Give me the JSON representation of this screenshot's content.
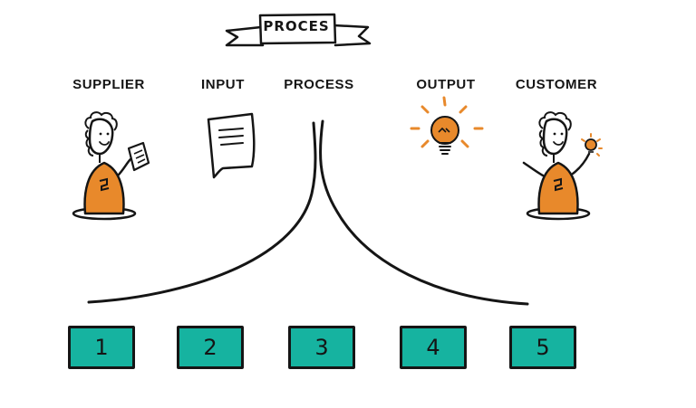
{
  "banner": {
    "title": "PROCES"
  },
  "columns": [
    {
      "label": "SUPPLIER",
      "icon": "supplier-person-icon"
    },
    {
      "label": "INPUT",
      "icon": "document-icon"
    },
    {
      "label": "PROCESS",
      "icon": "funnel-curves"
    },
    {
      "label": "OUTPUT",
      "icon": "lightbulb-icon"
    },
    {
      "label": "CUSTOMER",
      "icon": "customer-person-icon"
    }
  ],
  "steps": [
    "1",
    "2",
    "3",
    "4",
    "5"
  ],
  "colors": {
    "ink": "#151515",
    "orange": "#e8892b",
    "teal": "#16b3a0",
    "paper": "#ffffff"
  }
}
